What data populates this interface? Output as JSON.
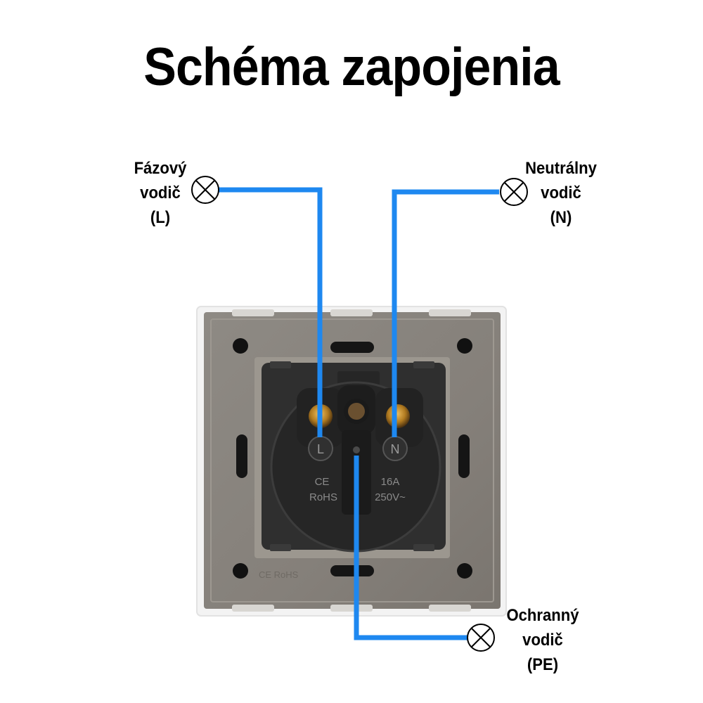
{
  "title": "Schéma zapojenia",
  "labels": {
    "phase": [
      "Fázový",
      "vodič",
      "(L)"
    ],
    "neutral": [
      "Neutrálny",
      "vodič",
      "(N)"
    ],
    "earth": [
      "Ochranný",
      "vodič",
      "(PE)"
    ]
  },
  "socket": {
    "terminal_l": "L",
    "terminal_n": "N",
    "mark_ce": "CE",
    "mark_rohs": "RoHS",
    "rating_current": "16A",
    "rating_voltage": "250V~",
    "frame_mark": "CE RoHS"
  },
  "colors": {
    "wire": "#1e88f0",
    "frame": "#8a857e",
    "module": "#2f2f2f",
    "background": "#ffffff"
  }
}
